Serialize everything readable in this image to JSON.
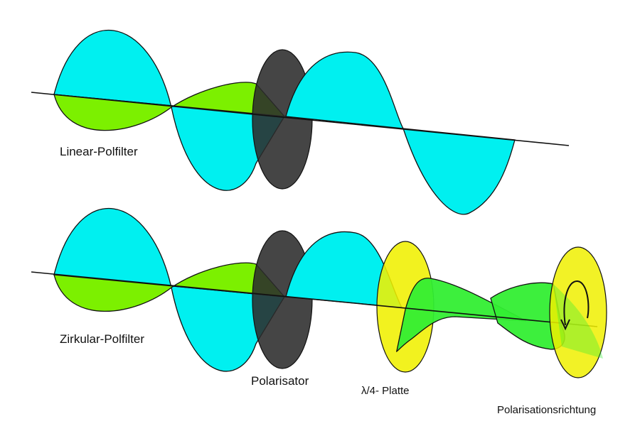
{
  "labels": {
    "linear_filter": "Linear-Polfilter",
    "circular_filter": "Zirkular-Polfilter",
    "polarizer": "Polarisator",
    "quarter_wave_plate": "λ/4- Platte",
    "polarization_direction": "Polarisationsrichtung"
  },
  "colors": {
    "vertical_wave": "#00f0f0",
    "horizontal_wave": "#7cf000",
    "circular_wave": "#33ee33",
    "polarizer_disc": "#2b2b2b",
    "wave_plate_disc": "#f0f000",
    "outline": "#111111"
  },
  "icons": {
    "rotation_arrow": "circular-arrow-icon"
  }
}
